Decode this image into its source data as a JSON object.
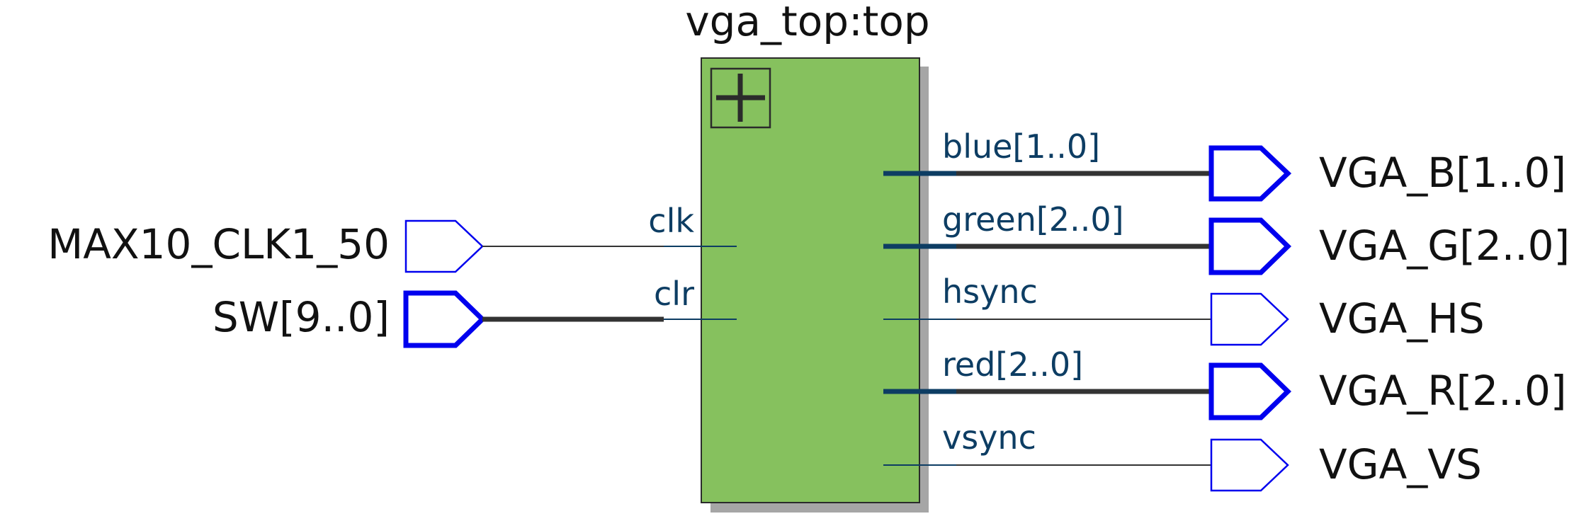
{
  "block": {
    "title": "vga_top:top",
    "fill_color": "#86c15e",
    "shadow_color": "#a6a6a6",
    "expand_icon": "plus-icon"
  },
  "block_ports": {
    "inputs": [
      "clk",
      "clr"
    ],
    "outputs": [
      "blue[1..0]",
      "green[2..0]",
      "hsync",
      "red[2..0]",
      "vsync"
    ]
  },
  "pins": {
    "inputs": [
      {
        "name": "MAX10_CLK1_50",
        "bus": false
      },
      {
        "name": "SW[9..0]",
        "bus": true
      }
    ],
    "outputs": [
      {
        "name": "VGA_B[1..0]",
        "bus": true
      },
      {
        "name": "VGA_G[2..0]",
        "bus": true
      },
      {
        "name": "VGA_HS",
        "bus": false
      },
      {
        "name": "VGA_R[2..0]",
        "bus": true
      },
      {
        "name": "VGA_VS",
        "bus": false
      }
    ]
  },
  "colors": {
    "pin_outline": "#0000ee",
    "bus_wire": "#333333",
    "port_stub": "#0d3d63",
    "port_text": "#0d3d63"
  }
}
